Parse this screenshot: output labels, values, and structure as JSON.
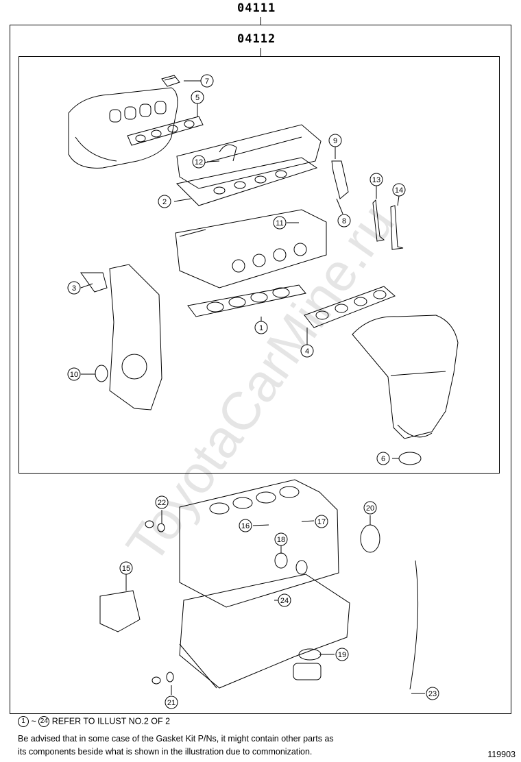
{
  "header": {
    "outer_code": "04111",
    "inner_code": "04112"
  },
  "callouts": [
    "1",
    "2",
    "3",
    "4",
    "5",
    "6",
    "7",
    "8",
    "9",
    "10",
    "11",
    "12",
    "13",
    "14",
    "15",
    "16",
    "17",
    "18",
    "19",
    "20",
    "21",
    "22",
    "23",
    "24"
  ],
  "footer": {
    "refer_start": "1",
    "refer_tilde": "~",
    "refer_end": "24",
    "refer_text": "REFER TO ILLUST NO.2 OF 2",
    "note_line1": "Be advised that in some case of the Gasket Kit P/Ns,  it might contain other parts as",
    "note_line2": "its components beside what is shown in the illustration due to commonization.",
    "illustration_number": "119903"
  },
  "watermark": "ToyotaCarMine.ru"
}
